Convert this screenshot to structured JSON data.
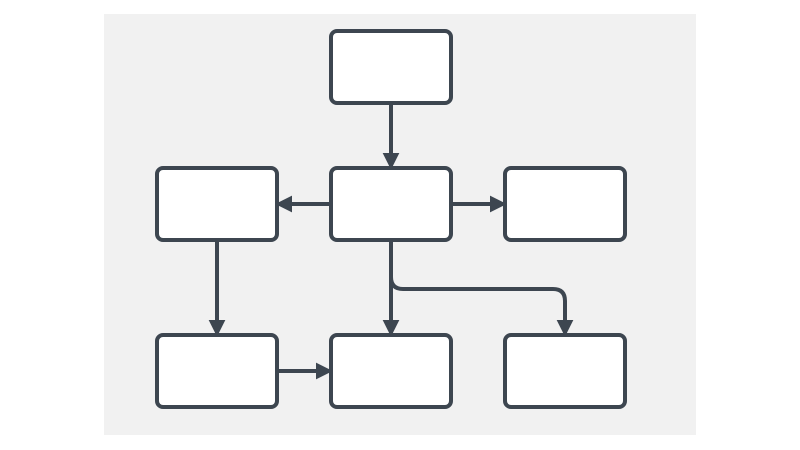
{
  "diagram": {
    "type": "flowchart",
    "colors": {
      "background": "#ffffff",
      "panel": "#f1f1f1",
      "box_fill": "#ffffff",
      "stroke": "#3d4650"
    },
    "nodes": [
      {
        "id": "top",
        "label": ""
      },
      {
        "id": "middle-left",
        "label": ""
      },
      {
        "id": "center",
        "label": ""
      },
      {
        "id": "middle-right",
        "label": ""
      },
      {
        "id": "bottom-left",
        "label": ""
      },
      {
        "id": "bottom-center",
        "label": ""
      },
      {
        "id": "bottom-right",
        "label": ""
      }
    ],
    "edges": [
      {
        "from": "top",
        "to": "center"
      },
      {
        "from": "center",
        "to": "middle-left"
      },
      {
        "from": "center",
        "to": "middle-right"
      },
      {
        "from": "middle-left",
        "to": "bottom-left"
      },
      {
        "from": "center",
        "to": "bottom-center"
      },
      {
        "from": "center",
        "to": "bottom-right"
      },
      {
        "from": "bottom-left",
        "to": "bottom-center"
      }
    ]
  }
}
